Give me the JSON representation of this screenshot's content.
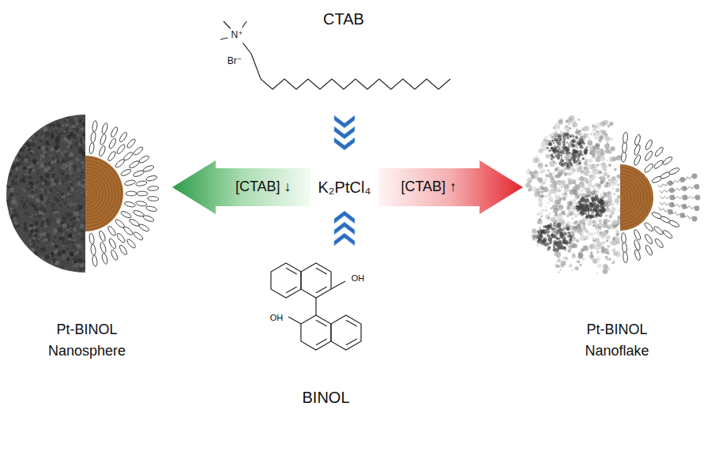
{
  "diagram": {
    "nodes": [
      {
        "text": [
          "CTAB"
        ]
      },
      {
        "text": [
          "Pt-BINOL Nanosphere"
        ]
      },
      {
        "text": [
          "K₂PtCl₄"
        ]
      },
      {
        "text": [
          "Pt-BINOL Nanoflake"
        ]
      },
      {
        "text": [
          "BINOL"
        ]
      }
    ],
    "edges": [
      {
        "from": 0,
        "to": 2,
        "arrow": "to"
      },
      {
        "from": 2,
        "to": 1,
        "label": "[CTAB] ↓",
        "arrow": "to"
      },
      {
        "from": 2,
        "to": 3,
        "label": "[CTAB] ↑",
        "arrow": "to"
      },
      {
        "from": 4,
        "to": 2,
        "arrow": "to"
      }
    ],
    "labels": [
      "N⁺",
      "Br⁻",
      "OH",
      "OH"
    ]
  }
}
